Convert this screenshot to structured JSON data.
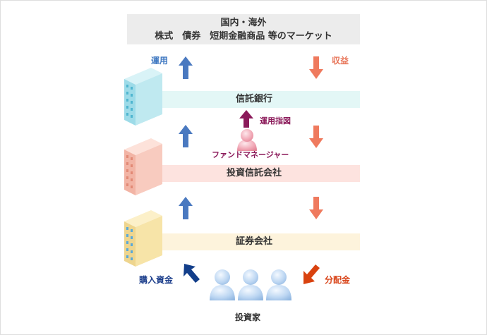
{
  "market": {
    "line1": "国内・海外",
    "line2": "株式　債券　短期金融商品 等のマーケット"
  },
  "labels": {
    "unyo": "運用",
    "shueki": "収益",
    "trust_bank": "信託銀行",
    "unyo_shizu": "運用指図",
    "fund_manager": "ファンドマネージャー",
    "investment_trust": "投資信託会社",
    "securities": "証券会社",
    "purchase": "購入資金",
    "distribution": "分配金",
    "investors": "投資家"
  },
  "colors": {
    "up_arrow": "#4a79c0",
    "down_arrow": "#ef7a5e",
    "instruction_arrow": "#8b1a5a",
    "purchase_arrow": "#123e8a",
    "distribution_arrow": "#d9420f",
    "unyo_text": "#3f78c1",
    "shueki_text": "#e8765a",
    "purchase_text": "#1d3f8c",
    "distribution_text": "#d84318",
    "fund_text": "#8b1a5a"
  }
}
